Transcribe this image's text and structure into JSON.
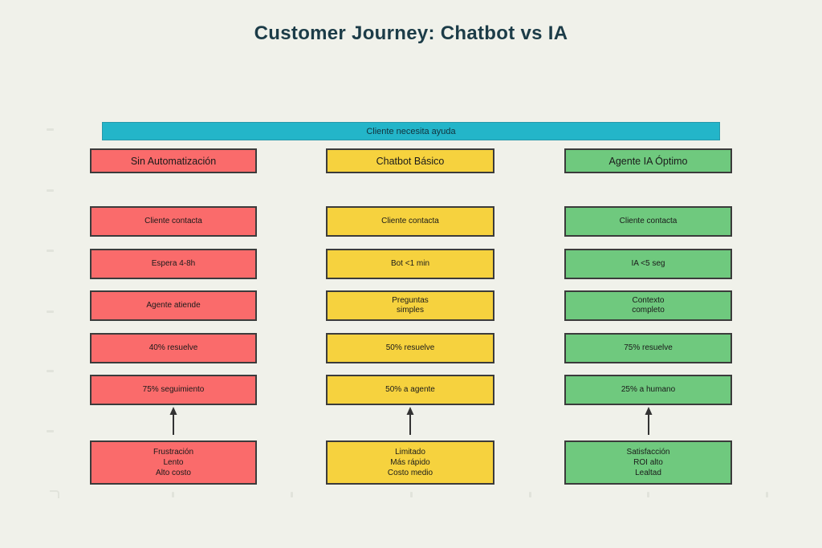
{
  "title": "Customer Journey: Chatbot vs IA",
  "banner": {
    "label": "Cliente necesita ayuda",
    "fill": "#23b5c9",
    "border": "#2699ab"
  },
  "colors": {
    "background": "#f0f1ea",
    "box_border": "#3b3b3b",
    "title_text": "#1c3c48",
    "arrow": "#333333"
  },
  "columns": [
    {
      "id": "sin-automatizacion",
      "header": "Sin Automatización",
      "fill": "#fa6b6b",
      "steps": [
        "Cliente contacta",
        "Espera 4-8h",
        "Agente atiende",
        "40% resuelve",
        "75% seguimiento"
      ],
      "outcome": [
        "Frustración",
        "Lento",
        "Alto costo"
      ]
    },
    {
      "id": "chatbot-basico",
      "header": "Chatbot Básico",
      "fill": "#f6d23e",
      "steps": [
        "Cliente contacta",
        "Bot <1 min",
        [
          "Preguntas",
          "simples"
        ],
        "50% resuelve",
        "50% a agente"
      ],
      "outcome": [
        "Limitado",
        "Más rápido",
        "Costo medio"
      ]
    },
    {
      "id": "agente-ia-optimo",
      "header": "Agente IA Óptimo",
      "fill": "#6fc97e",
      "steps": [
        "Cliente contacta",
        "IA <5 seg",
        [
          "Contexto",
          "completo"
        ],
        "75% resuelve",
        "25% a humano"
      ],
      "outcome": [
        "Satisfacción",
        "ROI alto",
        "Lealtad"
      ]
    }
  ]
}
